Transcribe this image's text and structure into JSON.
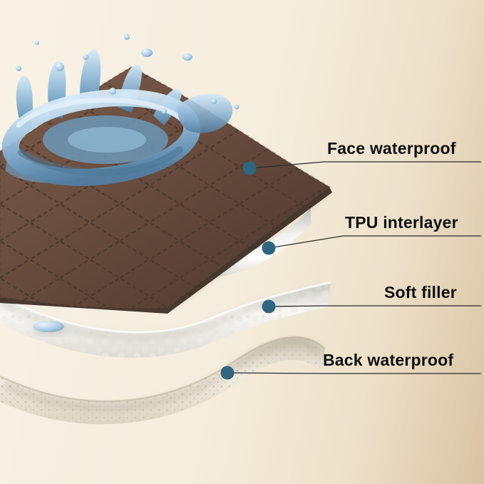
{
  "callouts": [
    {
      "id": "face-waterproof",
      "label": "Face waterproof"
    },
    {
      "id": "tpu-interlayer",
      "label": "TPU interlayer"
    },
    {
      "id": "soft-filler",
      "label": "Soft filler"
    },
    {
      "id": "back-waterproof",
      "label": "Back waterproof"
    }
  ],
  "colors": {
    "dot": "#31657f",
    "leader_line": "#2b2b2b",
    "label_text": "#101010",
    "fabric_brown": "#634a3d",
    "water_blue": "#84b1d2",
    "sheet_white": "#f4f3f0",
    "background_light": "#f6efe2",
    "background_shade": "#d9c6aa"
  }
}
